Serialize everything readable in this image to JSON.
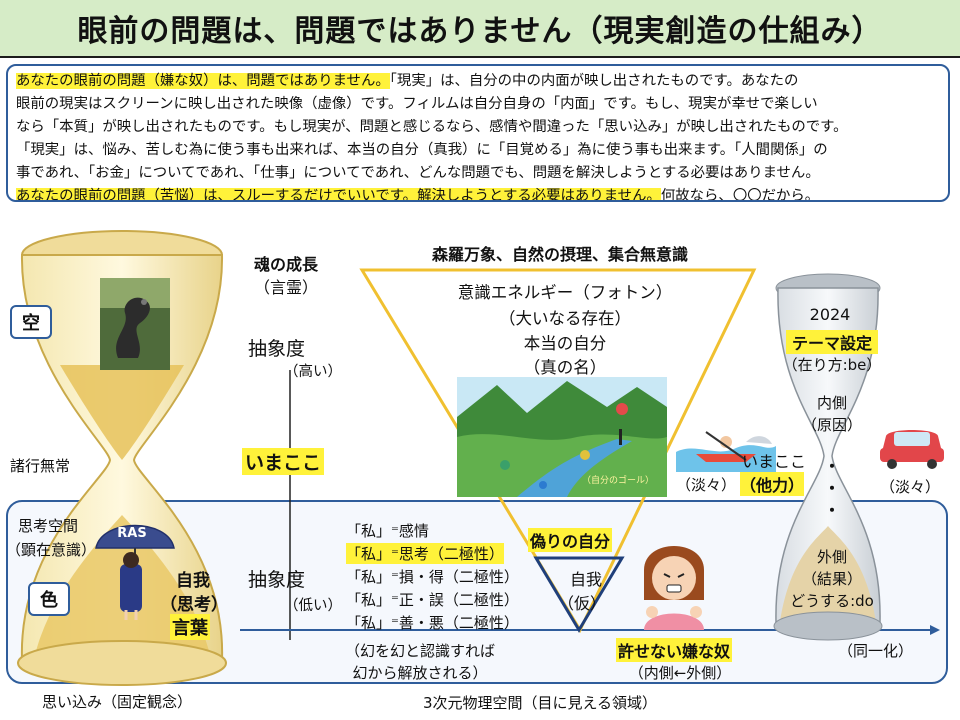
{
  "title": "眼前の問題は、問題ではありません（現実創造の仕組み）",
  "intro": {
    "l1a": "あなたの眼前の問題（嫌な奴）は、問題ではありません。",
    "l1b": "「現実」は、自分の中の内面が映し出されたものです。あなたの",
    "l2": "眼前の現実はスクリーンに映し出された映像（虚像）です。フィルムは自分自身の「内面」です。もし、現実が幸せで楽しい",
    "l3": "なら「本質」が映し出されたものです。もし現実が、問題と感じるなら、感情や間違った「思い込み」が映し出されたものです。",
    "l4": "「現実」は、悩み、苦しむ為に使う事も出来れば、本当の自分（真我）に「目覚める」為に使う事も出来ます。「人間関係」の",
    "l5": "事であれ、「お金」についてであれ、「仕事」についてであれ、どんな問題でも、問題を解決しようとする必要はありません。",
    "l6a": "あなたの眼前の問題（苦悩）は、スルーするだけでいいです。解決しようとする必要はありません。",
    "l6b": "何故なら、〇〇だから。"
  },
  "left": {
    "ku": "空",
    "shogyo": "諸行無常",
    "shiko_kukan": "思考空間",
    "kenzai": "（顕在意識）",
    "shiki": "色",
    "jiga": "自我",
    "shiko": "（思考）",
    "kotoba": "言葉",
    "omoikomi": "思い込み（固定観念）",
    "umbrella_text": "RAS"
  },
  "center": {
    "tamashii": "魂の成長",
    "kotodama": "（言霊）",
    "chusho_high": "抽象度",
    "takai": "（高い）",
    "imakoko": "いまここ",
    "chusho_low": "抽象度",
    "hikui": "（低い）",
    "shinra": "森羅万象、自然の摂理、集合無意識",
    "energy": "意識エネルギー（フォトン）",
    "ookinaru": "（大いなる存在）",
    "honto": "本当の自分",
    "makoto": "（真の名）",
    "river_label": "（自分のゴール）",
    "watashi1": "「私」⁼感情",
    "watashi2": "「私」⁼思考（二極性）",
    "watashi3": "「私」⁼損・得（二極性）",
    "watashi4": "「私」⁼正・誤（二極性）",
    "watashi5": "「私」⁼善・悪（二極性）",
    "itsuwari": "偽りの自分",
    "jiga": "自我",
    "kari": "（仮）",
    "maboroshi1": "（幻を幻と認識すれば",
    "maboroshi2": "幻から解放される）",
    "yurusenai": "許せない嫌な奴",
    "uchi_soto": "（内側←外側）",
    "dou_ika": "（同一化）",
    "sanjigen": "3次元物理空間（目に見える領域）"
  },
  "right": {
    "year": "2024",
    "theme": "テーマ設定",
    "arikata": "（在り方:be）",
    "uchigawa": "内側",
    "genin": "（原因）",
    "imakoko": "いまここ",
    "tantan1": "（淡々）",
    "tariki": "（他力）",
    "tantan2": "（淡々）",
    "dots": "・\n・\n・",
    "sotogawa": "外側",
    "kekka": "（結果）",
    "dousuru": "どうする:do"
  },
  "colors": {
    "title_bg": "#d6ecc7",
    "highlight": "#fff23a",
    "frame_blue": "#2f5d9b",
    "triangle_yellow": "#f0c030",
    "triangle_blue": "#1f3f7a"
  }
}
